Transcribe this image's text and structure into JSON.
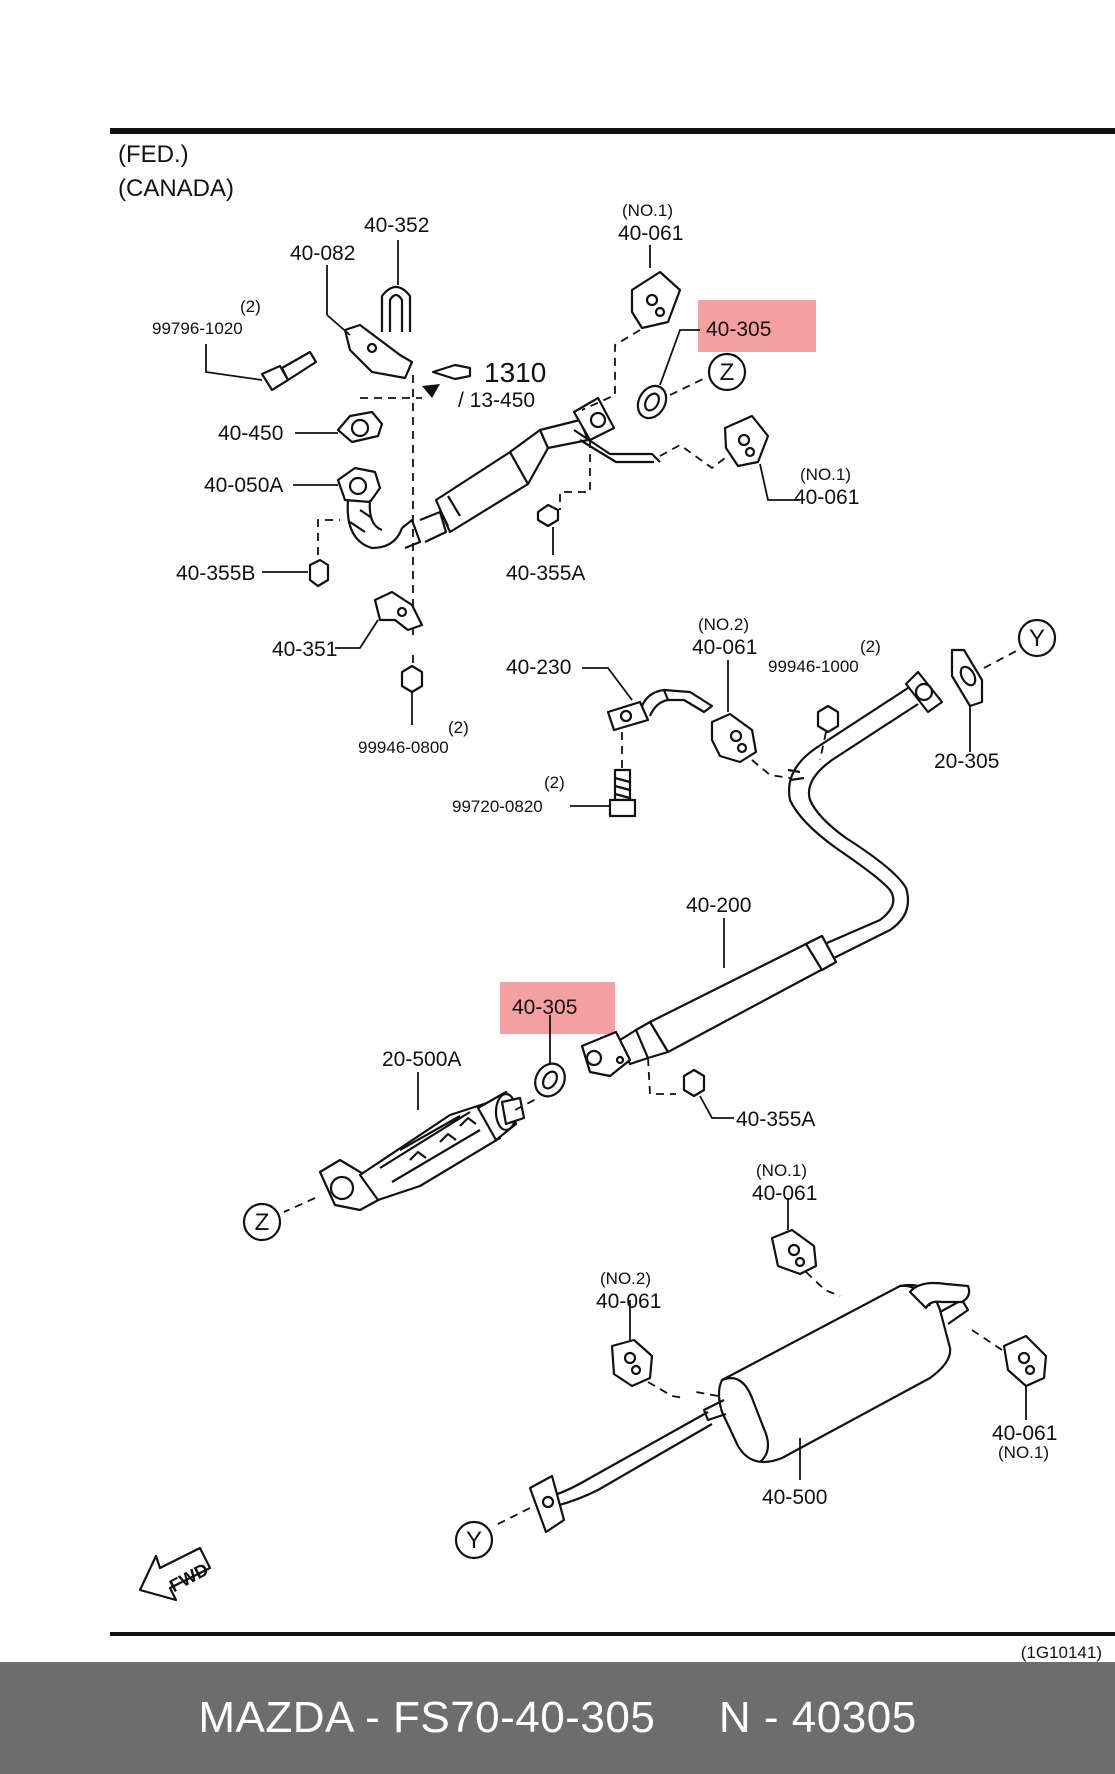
{
  "header": {
    "line1": "(FED.)",
    "line2": "(CANADA)"
  },
  "ref_1310": "1310",
  "ref_13_450": "/ 13-450",
  "labels": {
    "p40_352": "40-352",
    "p40_082": "40-082",
    "qty_99796": "(2)",
    "p99796": "99796-1020",
    "p40_450": "40-450",
    "p40_050A": "40-050A",
    "p40_355B": "40-355B",
    "p40_351": "40-351",
    "qty_99946_0800": "(2)",
    "p99946_0800": "99946-0800",
    "no1_top": "(NO.1)",
    "p40_061_top": "40-061",
    "p40_305_top": "40-305",
    "no1_right": "(NO.1)",
    "p40_061_right": "40-061",
    "p40_355A_top": "40-355A",
    "no2_mid": "(NO.2)",
    "p40_061_mid": "40-061",
    "p40_230": "40-230",
    "qty_99946_1000": "(2)",
    "p99946_1000": "99946-1000",
    "p20_305": "20-305",
    "qty_99720": "(2)",
    "p99720": "99720-0820",
    "p40_200": "40-200",
    "p40_305_mid": "40-305",
    "p20_500A": "20-500A",
    "p40_355A_mid": "40-355A",
    "no1_low": "(NO.1)",
    "p40_061_low": "40-061",
    "no2_low": "(NO.2)",
    "p40_061_low2": "40-061",
    "p40_061_rear": "40-061",
    "no1_rear": "(NO.1)",
    "p40_500": "40-500"
  },
  "callouts": {
    "z": "Z",
    "y": "Y"
  },
  "fwd": "FWD",
  "figure_code": "(1G10141)",
  "highlight_color": "#f4a0a0",
  "footer": {
    "text": "MAZDA - FS70-40-305     N - 40305"
  }
}
